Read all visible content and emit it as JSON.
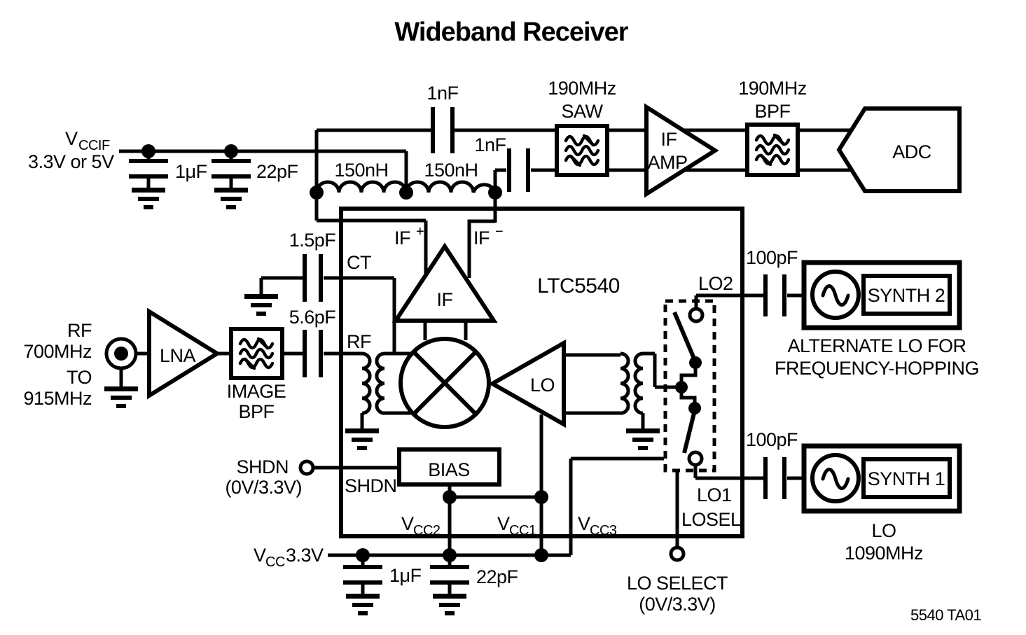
{
  "title": "Wideband Receiver",
  "note": "5540 TA01",
  "colors": {
    "chip": "#e6c3ba",
    "ink": "#000000",
    "bg": "#ffffff"
  },
  "vccif": {
    "v": "V",
    "sub": "CCIF",
    "value": "3.3V or 5V",
    "cap1": "1μF",
    "cap2": "22pF"
  },
  "if_out": {
    "cap_top": "1nF",
    "ind1": "150nH",
    "ind2": "150nH",
    "cap_bot": "1nF",
    "if_plus": "IF",
    "plus": "+",
    "if_minus": "IF",
    "minus": "−"
  },
  "if_chain": {
    "saw1": "190MHz",
    "saw2": "SAW",
    "amp1": "IF",
    "amp2": "AMP",
    "bpf1": "190MHz",
    "bpf2": "BPF",
    "adc": "ADC"
  },
  "rf": {
    "l1": "RF",
    "l2": "700MHz",
    "l3": "TO",
    "l4": "915MHz",
    "lna": "LNA",
    "img1": "IMAGE",
    "img2": "BPF",
    "cap_ct": "1.5pF",
    "cap_rf": "5.6pF"
  },
  "chip": {
    "name": "LTC5540",
    "ct": "CT",
    "rf": "RF",
    "if_amp": "IF",
    "lo_amp": "LO",
    "bias": "BIAS",
    "shdn": "SHDN",
    "vcc1v": "V",
    "vcc1s": "CC1",
    "vcc2v": "V",
    "vcc2s": "CC2",
    "vcc3v": "V",
    "vcc3s": "CC3",
    "lo2": "LO2",
    "lo1": "LO1",
    "losel": "LOSEL"
  },
  "shdn": {
    "label": "SHDN",
    "levels": "(0V/3.3V)"
  },
  "vcc": {
    "v": "V",
    "sub": "CC",
    "value": "3.3V",
    "cap1": "1μF",
    "cap2": "22pF"
  },
  "lo": {
    "cap_hi": "100pF",
    "cap_lo": "100pF",
    "synth2": "SYNTH 2",
    "synth1": "SYNTH 1",
    "alt1": "ALTERNATE LO FOR",
    "alt2": "FREQUENCY-HOPPING",
    "name": "LO",
    "freq": "1090MHz",
    "sel1": "LO SELECT",
    "sel2": "(0V/3.3V)"
  }
}
